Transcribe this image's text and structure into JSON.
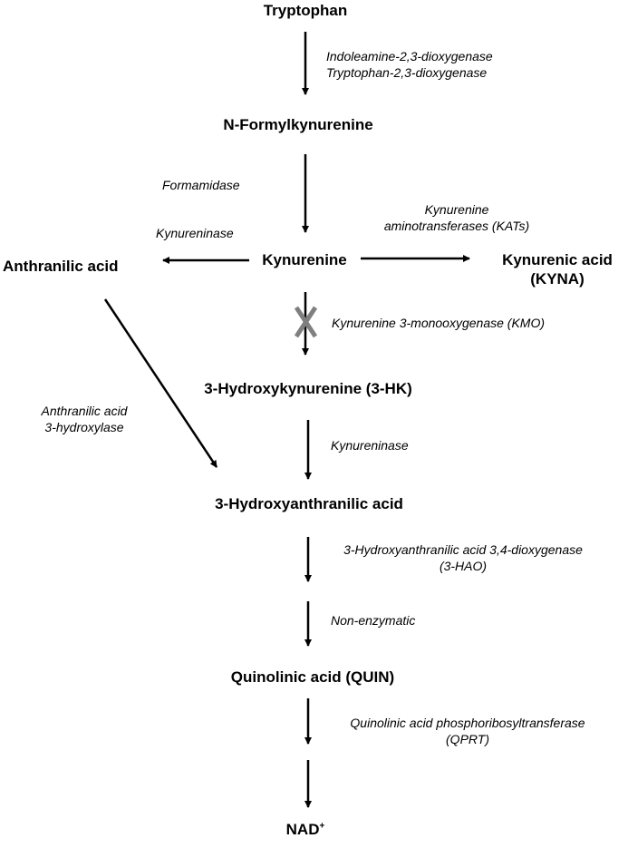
{
  "nodes": {
    "tryptophan": "Tryptophan",
    "n_formylkynurenine": "N-Formylkynurenine",
    "kynurenine": "Kynurenine",
    "anthranilic_acid": "Anthranilic acid",
    "kynurenic_acid": {
      "line1": "Kynurenic acid",
      "line2": "(KYNA)"
    },
    "hydroxykynurenine": "3-Hydroxykynurenine (3-HK)",
    "hydroxyanthranilic_acid": "3-Hydroxyanthranilic acid",
    "quinolinic_acid": "Quinolinic acid (QUIN)",
    "nad": {
      "base": "NAD",
      "sup": "+"
    }
  },
  "enzymes": {
    "ido_tdo": {
      "line1": "Indoleamine-2,3-dioxygenase",
      "line2": "Tryptophan-2,3-dioxygenase"
    },
    "formamidase": "Formamidase",
    "kynureninase_left": "Kynureninase",
    "kats": {
      "line1": "Kynurenine",
      "line2": "aminotransferases (KATs)"
    },
    "kmo": "Kynurenine 3-monooxygenase (KMO)",
    "anthranilic_hydroxylase": {
      "line1": "Anthranilic acid",
      "line2": "3-hydroxylase"
    },
    "kynureninase_lower": "Kynureninase",
    "hao": {
      "line1": "3-Hydroxyanthranilic acid 3,4-dioxygenase",
      "line2": "(3-HAO)"
    },
    "non_enzymatic": "Non-enzymatic",
    "qprt": {
      "line1": "Quinolinic acid phosphoribosyltransferase",
      "line2": "(QPRT)"
    }
  },
  "colors": {
    "arrow": "#000000",
    "block_mark": "#7f7f7f"
  }
}
